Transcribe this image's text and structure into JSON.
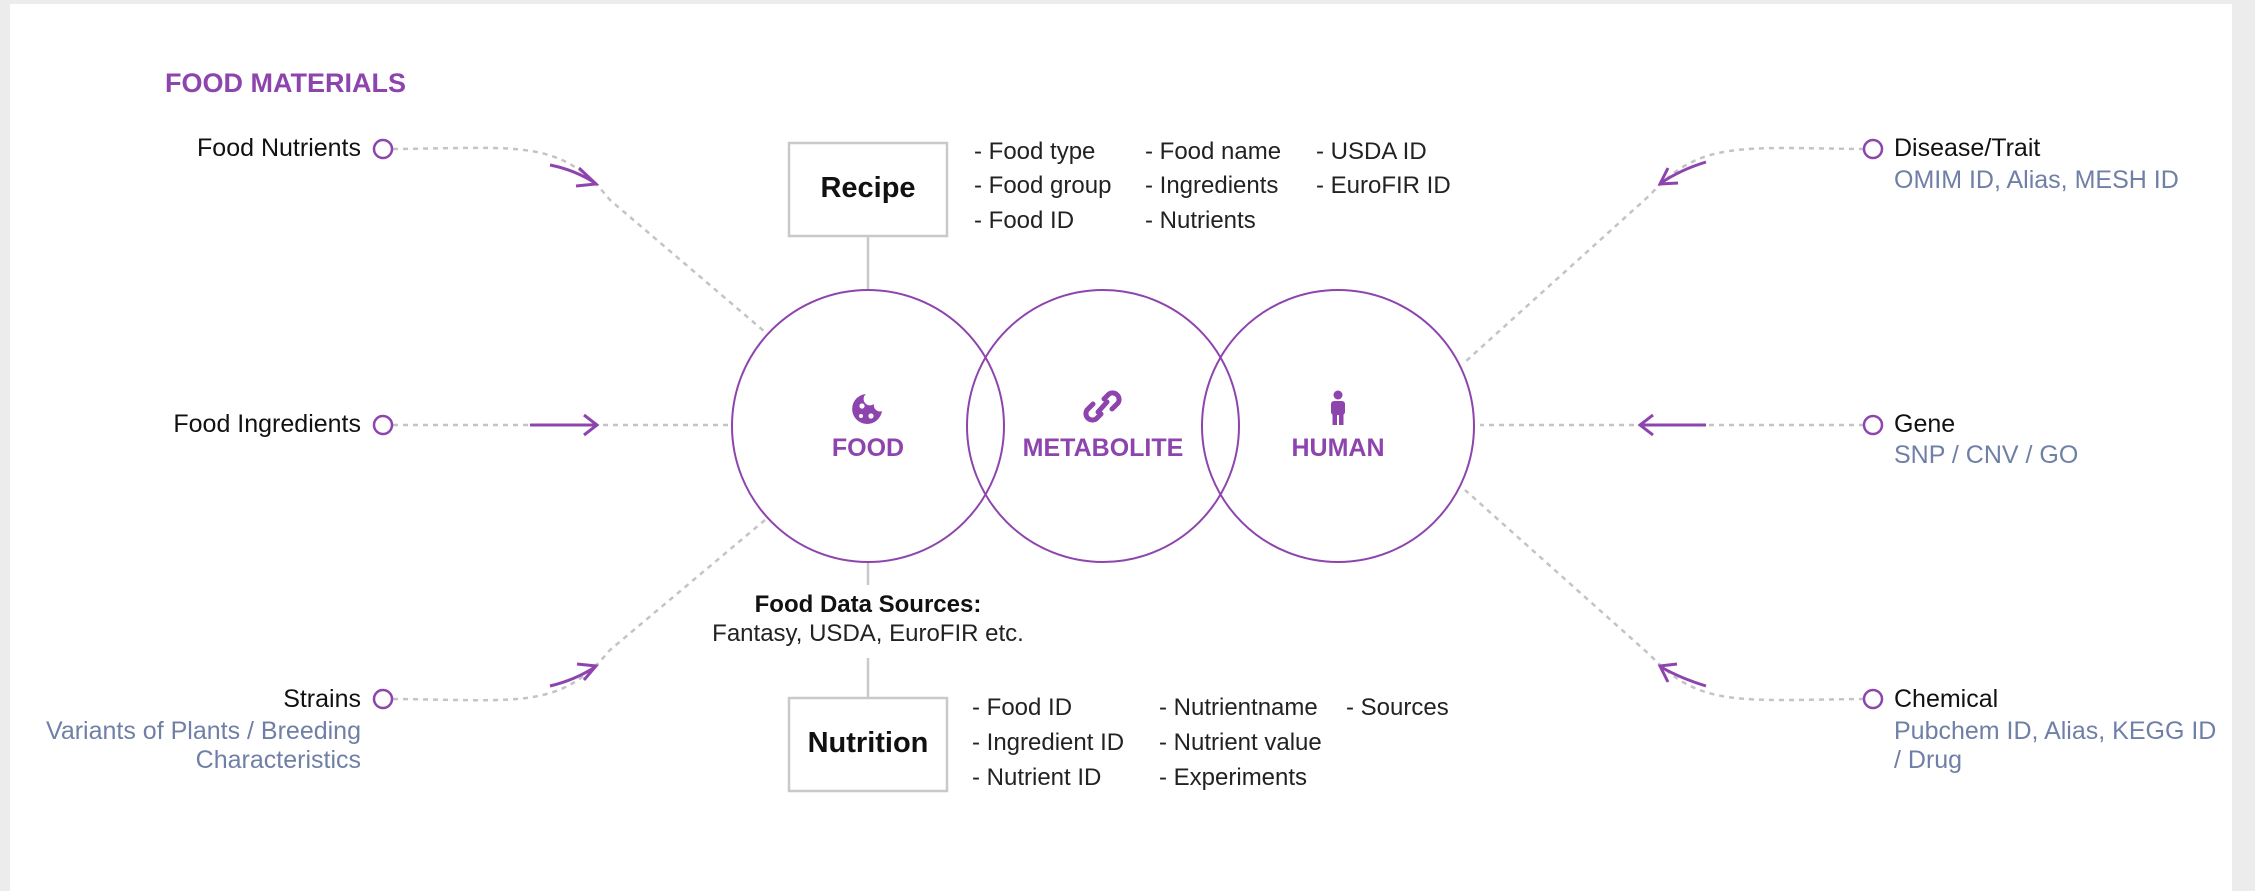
{
  "section_title": "FOOD MATERIALS",
  "left_nodes": [
    {
      "label": "Food Nutrients"
    },
    {
      "label": "Food Ingredients"
    },
    {
      "label": "Strains",
      "sub": "Variants of Plants / Breeding Characteristics"
    }
  ],
  "right_nodes": [
    {
      "label": "Disease/Trait",
      "sub": "OMIM ID, Alias, MESH ID"
    },
    {
      "label": "Gene",
      "sub": "SNP / CNV / GO"
    },
    {
      "label": "Chemical",
      "sub": "Pubchem ID, Alias, KEGG ID / Drug"
    }
  ],
  "circles": [
    {
      "label": "FOOD",
      "icon": "cookie-icon"
    },
    {
      "label": "METABOLITE",
      "icon": "link-icon"
    },
    {
      "label": "HUMAN",
      "icon": "person-icon"
    }
  ],
  "recipe": {
    "title": "Recipe",
    "fields": [
      "- Food type",
      "- Food group",
      "- Food ID",
      "- Food name",
      "- Ingredients",
      "- Nutrients",
      "- USDA ID",
      "- EuroFIR ID"
    ]
  },
  "nutrition": {
    "title": "Nutrition",
    "fields": [
      "- Food ID",
      "- Ingredient ID",
      "- Nutrient ID",
      "- Nutrientname",
      "- Nutrient value",
      "- Experiments",
      "- Sources"
    ]
  },
  "food_data_sources": {
    "title": "Food Data Sources:",
    "text": "Fantasy, USDA, EuroFIR etc."
  },
  "colors": {
    "accent": "#8e44ad",
    "sub_text": "#6f7fa6",
    "connector": "#c3c3c8",
    "box_border": "#c9c9c9"
  }
}
